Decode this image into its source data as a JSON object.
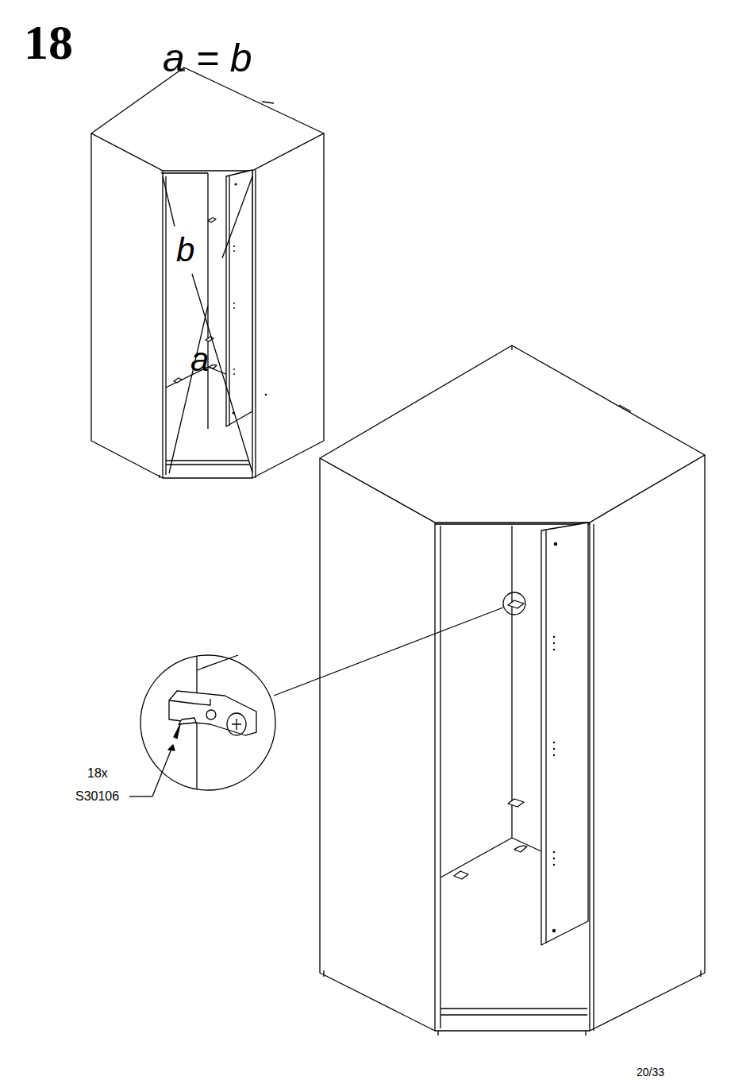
{
  "diagram": {
    "labels": [
      "18",
      "a = b",
      "b",
      "a",
      "18x",
      "S30106",
      "20/33"
    ]
  }
}
